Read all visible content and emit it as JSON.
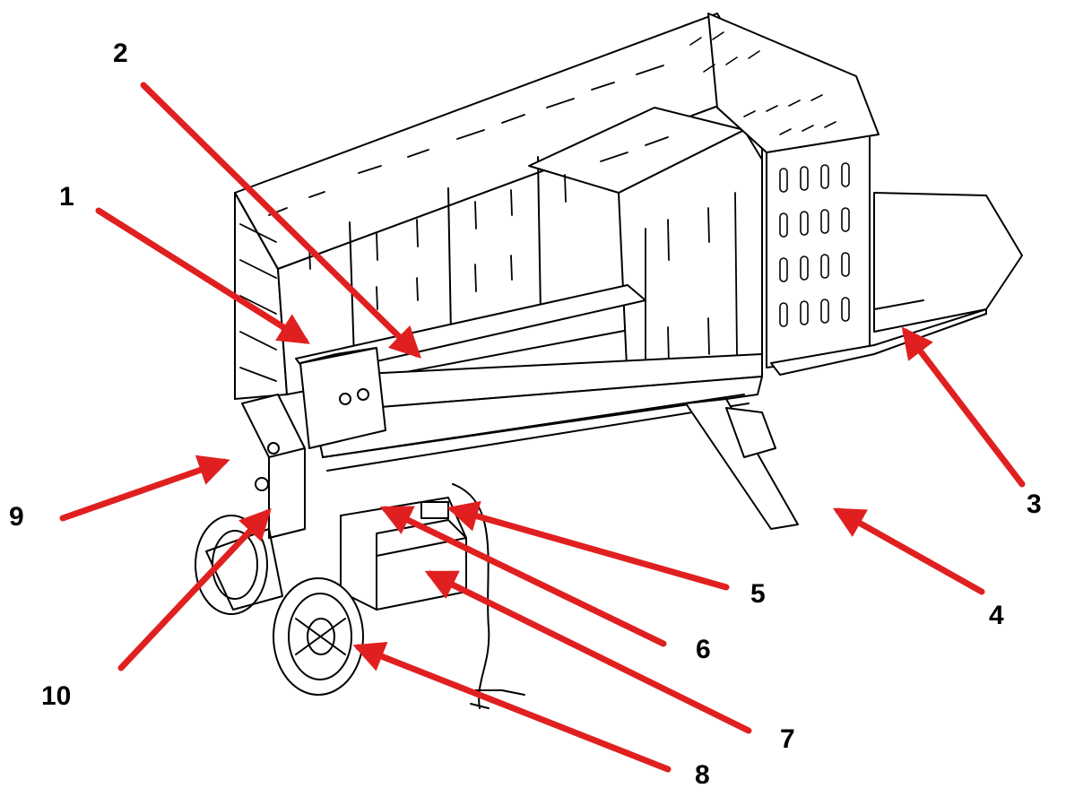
{
  "diagram": {
    "subject": "hydraulic log splitter exploded-callout drawing",
    "arrow_color": "#e02020",
    "line_color": "#000000",
    "callouts": [
      {
        "id": "1",
        "label": "1"
      },
      {
        "id": "2",
        "label": "2"
      },
      {
        "id": "3",
        "label": "3"
      },
      {
        "id": "4",
        "label": "4"
      },
      {
        "id": "5",
        "label": "5"
      },
      {
        "id": "6",
        "label": "6"
      },
      {
        "id": "7",
        "label": "7"
      },
      {
        "id": "8",
        "label": "8"
      },
      {
        "id": "9",
        "label": "9"
      },
      {
        "id": "10",
        "label": "10"
      }
    ]
  }
}
